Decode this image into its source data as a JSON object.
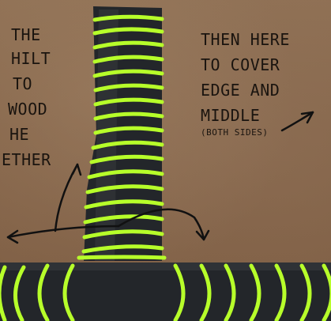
{
  "left_text": {
    "lines": [
      "THE",
      "HILT",
      "TO",
      "WOOD",
      "HE",
      "ETHER"
    ]
  },
  "right_text": {
    "lines": [
      "THEN HERE",
      "TO COVER",
      "EDGE AND",
      "MIDDLE"
    ],
    "note": "(BOTH SIDES)"
  },
  "colors": {
    "tape": "#23262a",
    "stripe": "#b7ff2a",
    "ink": "#111111",
    "background": "#86664b"
  }
}
